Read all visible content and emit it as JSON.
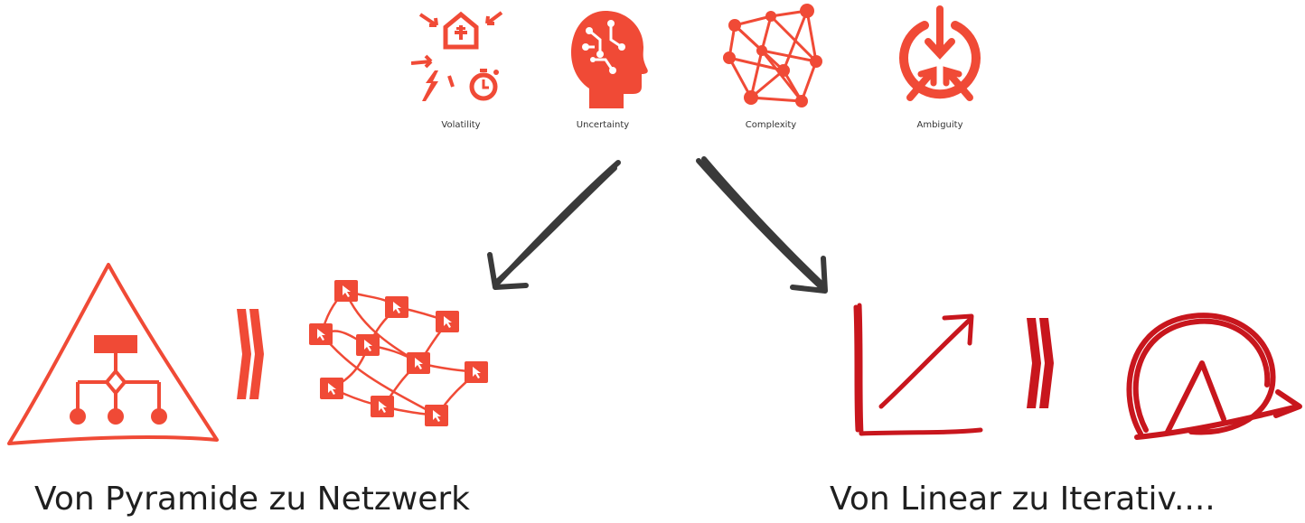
{
  "vuca": [
    {
      "label": "Volatility",
      "icon": "volatility-icon"
    },
    {
      "label": "Uncertainty",
      "icon": "uncertainty-head-icon"
    },
    {
      "label": "Complexity",
      "icon": "complexity-network-icon"
    },
    {
      "label": "Ambiguity",
      "icon": "ambiguity-icon"
    }
  ],
  "captions": {
    "left": "Von Pyramide zu Netzwerk",
    "right": "Von Linear zu Iterativ...."
  },
  "colors": {
    "accent": "#f04a36",
    "dark_red": "#c8161d",
    "arrow": "#3a3a3a",
    "text": "#1f1f1f"
  }
}
